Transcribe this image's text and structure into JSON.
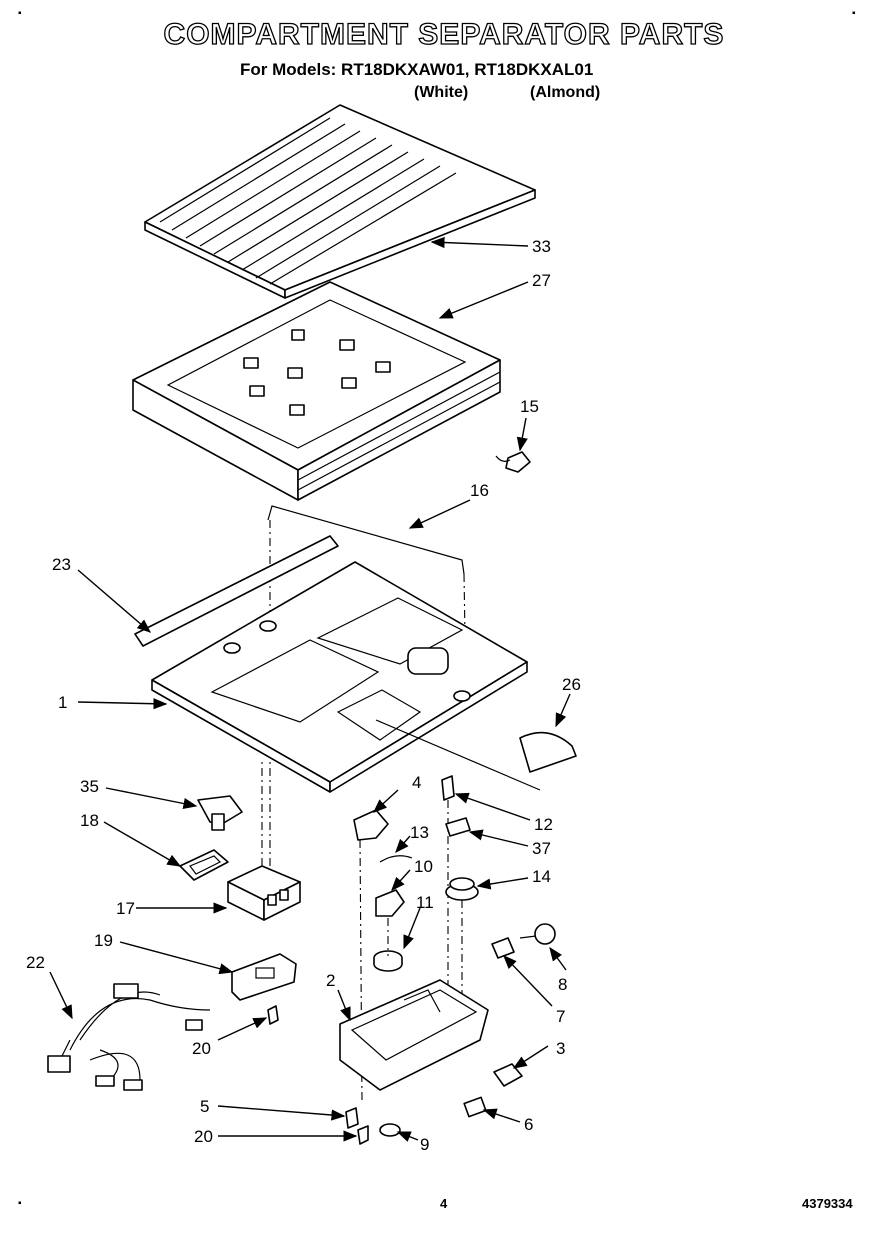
{
  "header": {
    "title": "COMPARTMENT SEPARATOR PARTS",
    "models_line": "For Models: RT18DKXAW01, RT18DKXAL01",
    "color_white": "(White)",
    "color_almond": "(Almond)"
  },
  "footer": {
    "page_number": "4",
    "document_number": "4379334"
  },
  "part_labels": {
    "p33": "33",
    "p27": "27",
    "p15": "15",
    "p16": "16",
    "p23": "23",
    "p1": "1",
    "p26": "26",
    "p4": "4",
    "p12": "12",
    "p35": "35",
    "p18": "18",
    "p13": "13",
    "p37": "37",
    "p10": "10",
    "p14": "14",
    "p17": "17",
    "p11": "11",
    "p19": "19",
    "p8": "8",
    "p22": "22",
    "p2": "2",
    "p7": "7",
    "p3": "3",
    "p20a": "20",
    "p5": "5",
    "p6": "6",
    "p20b": "20",
    "p9": "9"
  }
}
